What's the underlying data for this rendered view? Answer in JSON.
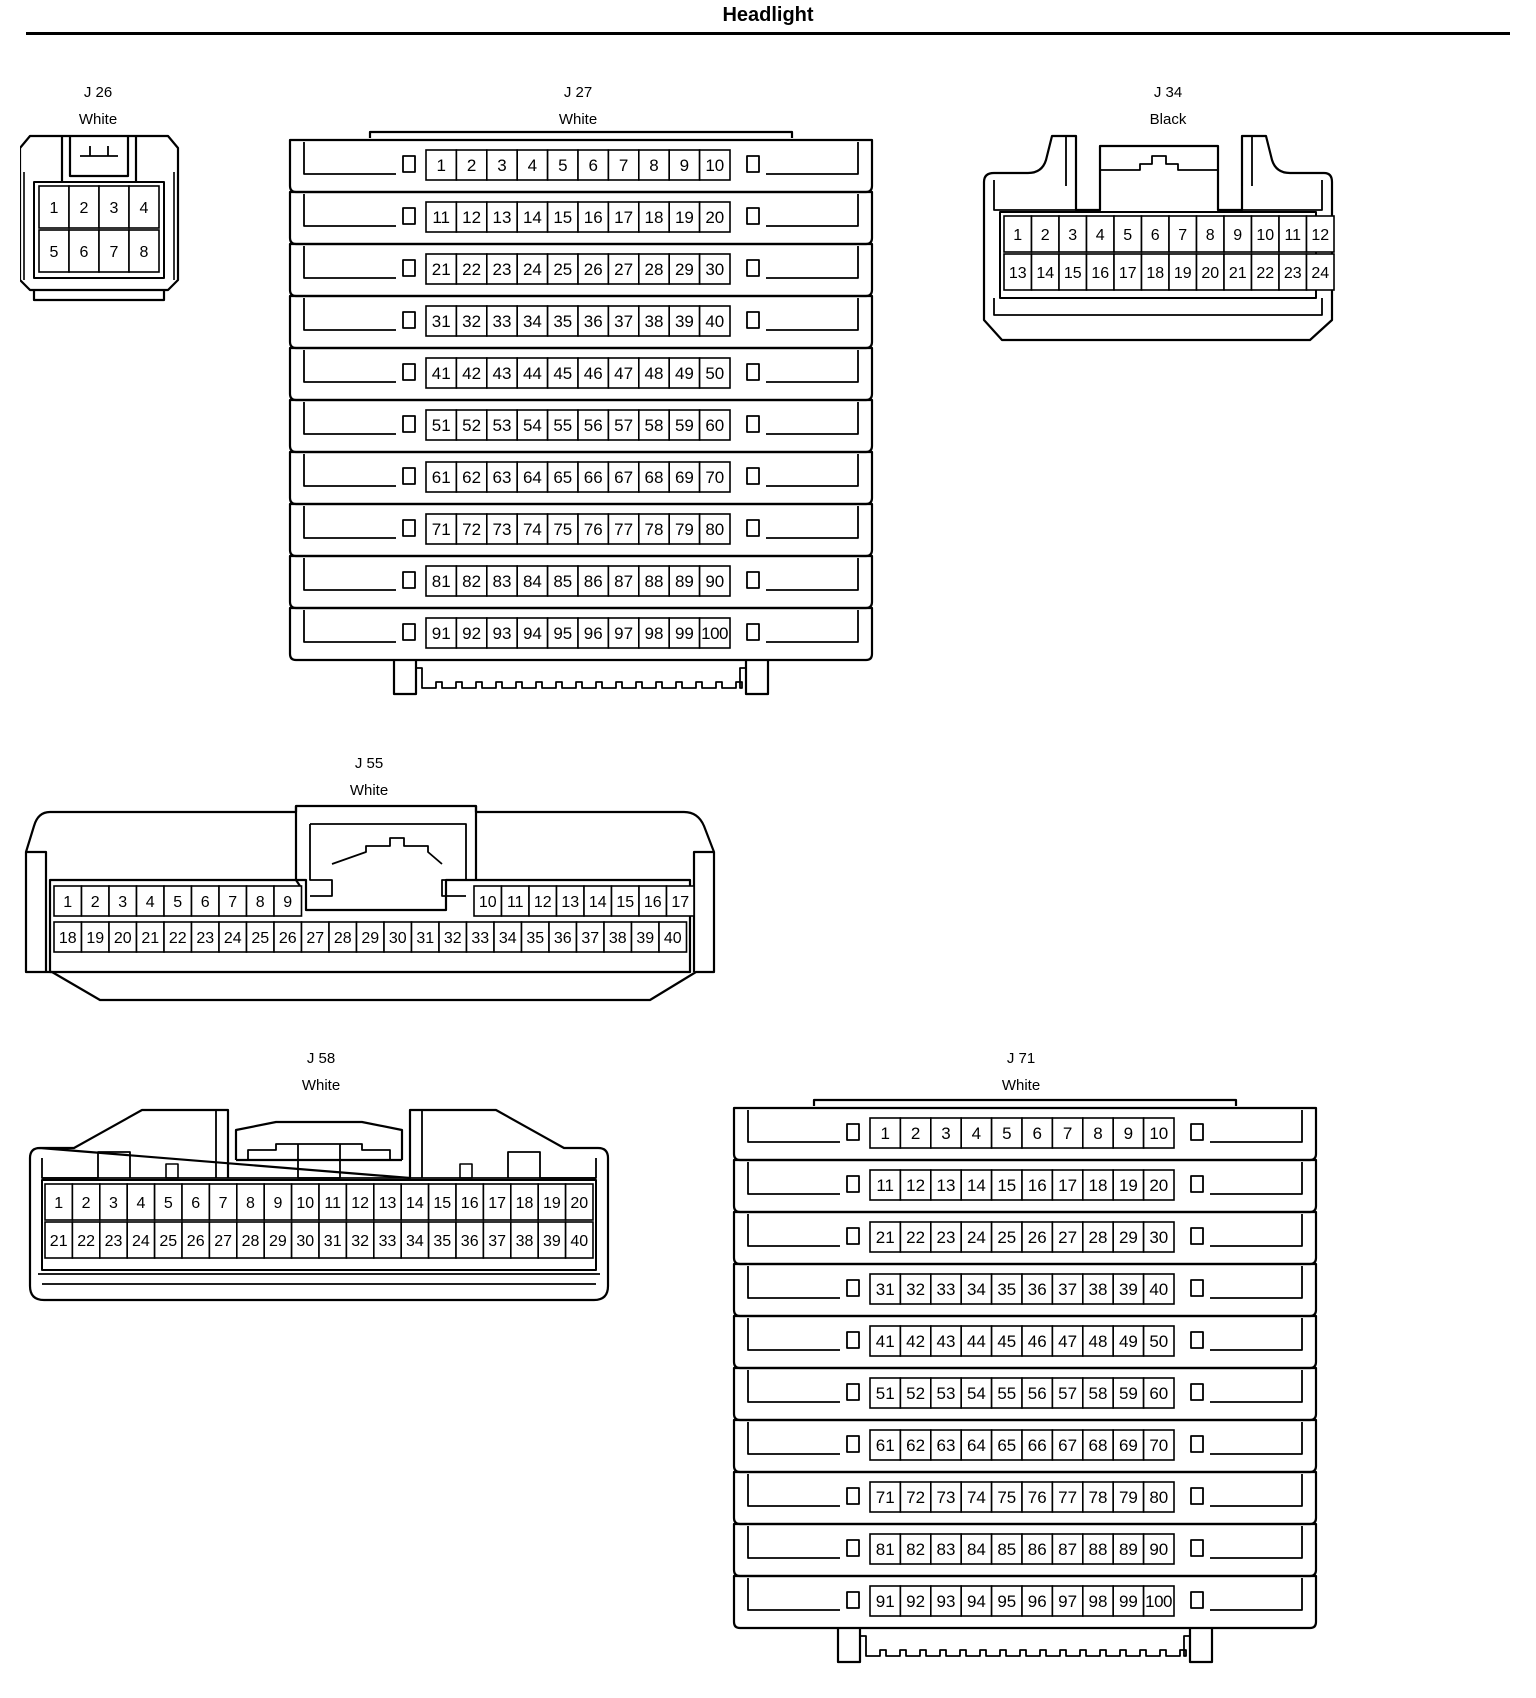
{
  "page": {
    "title": "Headlight"
  },
  "connectors": [
    {
      "id": "J 26",
      "color": "White",
      "pin_count": 8,
      "pin_rows": [
        [
          1,
          2,
          3,
          4
        ],
        [
          5,
          6,
          7,
          8
        ]
      ]
    },
    {
      "id": "J 27",
      "color": "White",
      "pin_count": 100,
      "pin_rows": [
        [
          1,
          10
        ],
        [
          11,
          20
        ],
        [
          21,
          30
        ],
        [
          31,
          40
        ],
        [
          41,
          50
        ],
        [
          51,
          60
        ],
        [
          61,
          70
        ],
        [
          71,
          80
        ],
        [
          81,
          90
        ],
        [
          91,
          100
        ]
      ]
    },
    {
      "id": "J 34",
      "color": "Black",
      "pin_count": 24,
      "pin_rows": [
        [
          1,
          12
        ],
        [
          13,
          24
        ]
      ]
    },
    {
      "id": "J 55",
      "color": "White",
      "pin_count": 40,
      "pin_rows": [
        [
          1,
          9,
          10,
          17
        ],
        [
          18,
          40
        ]
      ]
    },
    {
      "id": "J 58",
      "color": "White",
      "pin_count": 40,
      "pin_rows": [
        [
          1,
          20
        ],
        [
          21,
          40
        ]
      ]
    },
    {
      "id": "J 71",
      "color": "White",
      "pin_count": 100,
      "pin_rows": [
        [
          1,
          10
        ],
        [
          11,
          20
        ],
        [
          21,
          30
        ],
        [
          31,
          40
        ],
        [
          41,
          50
        ],
        [
          51,
          60
        ],
        [
          61,
          70
        ],
        [
          71,
          80
        ],
        [
          81,
          90
        ],
        [
          91,
          100
        ]
      ]
    }
  ]
}
